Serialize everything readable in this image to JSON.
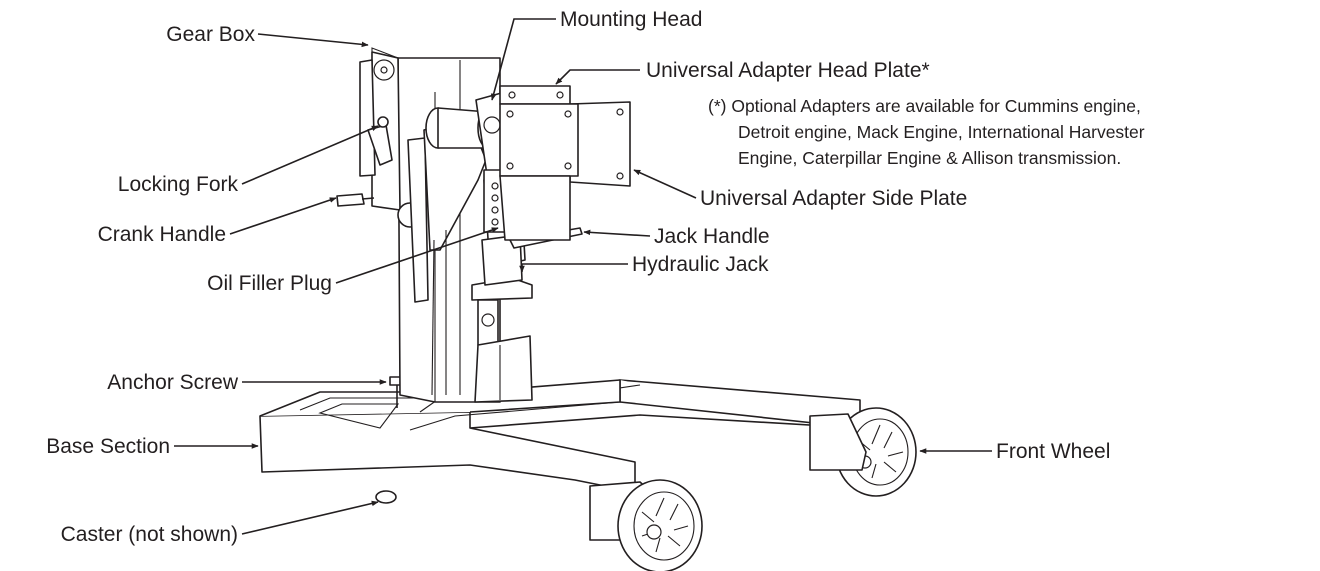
{
  "labels": {
    "gear_box": "Gear Box",
    "mounting_head": "Mounting Head",
    "universal_adapter_head_plate": "Universal Adapter Head Plate*",
    "locking_fork": "Locking Fork",
    "crank_handle": "Crank Handle",
    "universal_adapter_side_plate": "Universal Adapter Side Plate",
    "jack_handle": "Jack Handle",
    "oil_filler_plug": "Oil Filler Plug",
    "hydraulic_jack": "Hydraulic Jack",
    "anchor_screw": "Anchor Screw",
    "base_section": "Base Section",
    "front_wheel": "Front Wheel",
    "caster": "Caster (not shown)"
  },
  "footnote": {
    "line1": "(*) Optional Adapters are available for Cummins engine,",
    "line2": "Detroit engine, Mack Engine, International Harvester",
    "line3": "Engine, Caterpillar Engine & Allison transmission."
  }
}
